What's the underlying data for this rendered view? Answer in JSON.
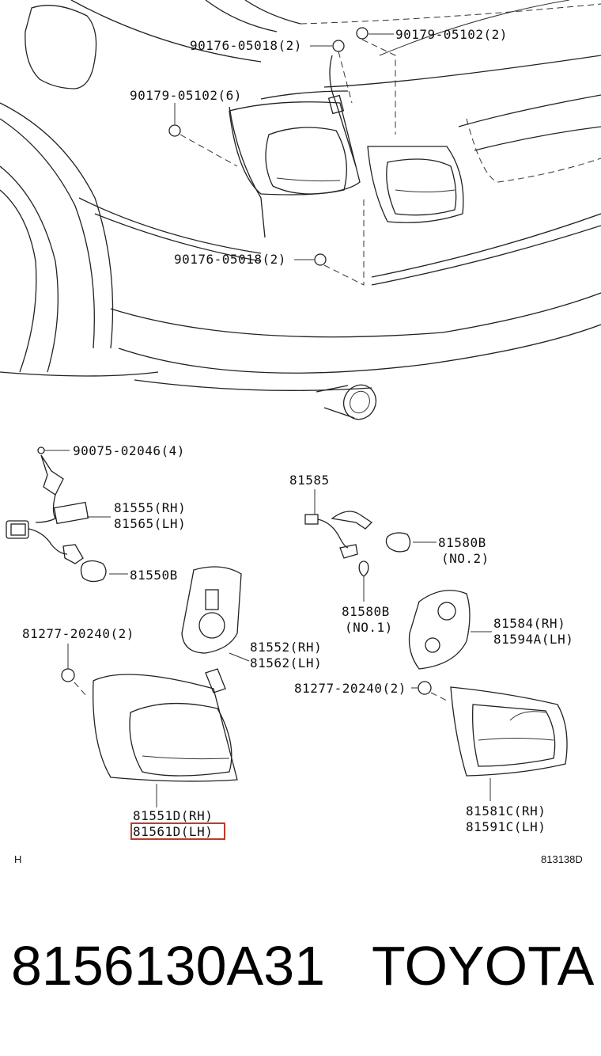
{
  "callouts": {
    "c1": "90176-05018(2)",
    "c2": "90179-05102(2)",
    "c3": "90179-05102(6)",
    "c4": "90176-05018(2)",
    "c5": "90075-02046(4)",
    "c6": "81585",
    "c7a": "81555(RH)",
    "c7b": "81565(LH)",
    "c8": "81550B",
    "c9a": "81580B",
    "c9b": "(NO.2)",
    "c10a": "81580B",
    "c10b": "(NO.1)",
    "c11": "81277-20240(2)",
    "c12a": "81584(RH)",
    "c12b": "81594A(LH)",
    "c13a": "81552(RH)",
    "c13b": "81562(LH)",
    "c14": "81277-20240(2)",
    "c15a": "81551D(RH)",
    "c15b": "81561D(LH)",
    "c16a": "81581C(RH)",
    "c16b": "81591C(LH)"
  },
  "corner_left": "H",
  "diagram_code": "813138D",
  "part_number": "8156130A31",
  "brand": "TOYOTA",
  "highlight_color": "#c0392b"
}
